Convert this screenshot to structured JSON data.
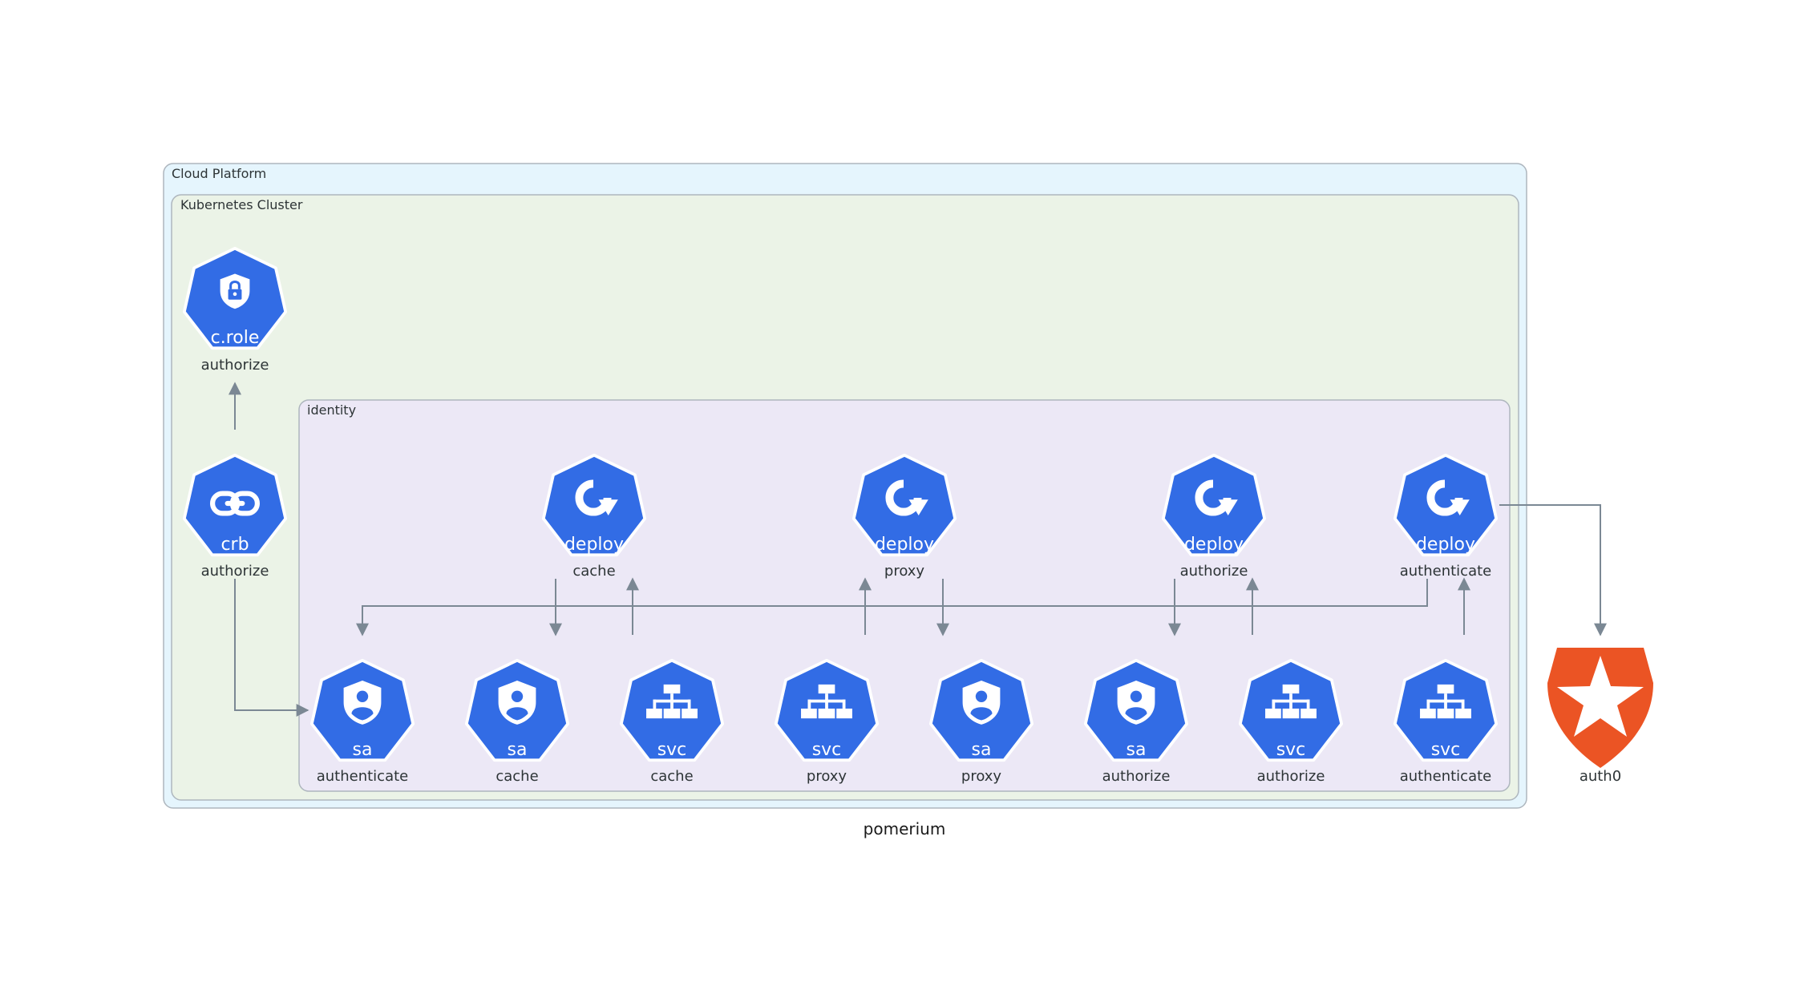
{
  "diagram": {
    "title": "pomerium",
    "clusters": {
      "cloud": "Cloud Platform",
      "k8s": "Kubernetes Cluster",
      "identity": "identity"
    },
    "colors": {
      "cloud_fill": "#e5f5fd",
      "k8s_fill": "#ebf3e7",
      "identity_fill": "#ece8f6",
      "k8s_blue": "#326ce5",
      "auth0_orange": "#eb5424",
      "edge": "#7b8894"
    },
    "nodes": {
      "crole": {
        "badge": "c.role",
        "label": "authorize",
        "icon": "lock-icon"
      },
      "crb": {
        "badge": "crb",
        "label": "authorize",
        "icon": "link-icon"
      },
      "deploy_cache": {
        "badge": "deploy",
        "label": "cache",
        "icon": "deploy-refresh-icon"
      },
      "deploy_proxy": {
        "badge": "deploy",
        "label": "proxy",
        "icon": "deploy-refresh-icon"
      },
      "deploy_authorize": {
        "badge": "deploy",
        "label": "authorize",
        "icon": "deploy-refresh-icon"
      },
      "deploy_authenticate": {
        "badge": "deploy",
        "label": "authenticate",
        "icon": "deploy-refresh-icon"
      },
      "sa_authenticate": {
        "badge": "sa",
        "label": "authenticate",
        "icon": "user-shield-icon"
      },
      "sa_cache": {
        "badge": "sa",
        "label": "cache",
        "icon": "user-shield-icon"
      },
      "svc_cache": {
        "badge": "svc",
        "label": "cache",
        "icon": "network-tree-icon"
      },
      "svc_proxy": {
        "badge": "svc",
        "label": "proxy",
        "icon": "network-tree-icon"
      },
      "sa_proxy": {
        "badge": "sa",
        "label": "proxy",
        "icon": "user-shield-icon"
      },
      "sa_authorize": {
        "badge": "sa",
        "label": "authorize",
        "icon": "user-shield-icon"
      },
      "svc_authorize": {
        "badge": "svc",
        "label": "authorize",
        "icon": "network-tree-icon"
      },
      "svc_authenticate": {
        "badge": "svc",
        "label": "authenticate",
        "icon": "network-tree-icon"
      },
      "auth0": {
        "label": "auth0",
        "icon": "auth0-star-shield-icon"
      }
    }
  }
}
